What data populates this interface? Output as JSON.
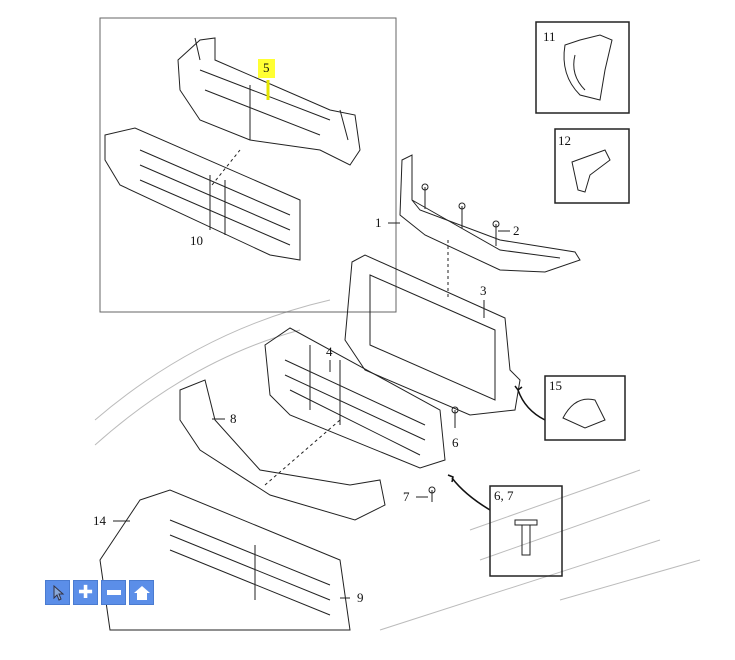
{
  "diagram": {
    "callouts": {
      "c1": "1",
      "c2": "2",
      "c3": "3",
      "c4": "4",
      "c5": "5",
      "c6": "6",
      "c7": "7",
      "c8": "8",
      "c9": "9",
      "c10": "10",
      "c11": "11",
      "c12": "12",
      "c14": "14",
      "c15": "15",
      "c67": "6, 7"
    },
    "highlighted_callout": "5",
    "highlight_color": "#ffff33"
  },
  "toolbar": {
    "buttons": [
      {
        "icon": "pointer-icon"
      },
      {
        "icon": "zoom-in-icon"
      },
      {
        "icon": "zoom-out-icon"
      },
      {
        "icon": "home-icon"
      }
    ],
    "color": "#5b8ee8"
  }
}
